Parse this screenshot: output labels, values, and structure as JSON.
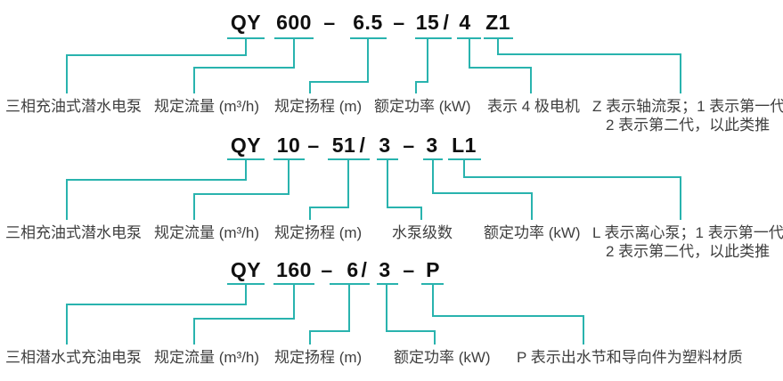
{
  "diagram": {
    "accent_color": "#29b3ae",
    "sections": [
      {
        "model_code": "QY 600 – 6.5 – 15 / 4 Z1",
        "model_tokens": [
          "QY",
          "600",
          "–",
          "6.5",
          "–",
          "15",
          "/",
          "4",
          "Z1"
        ],
        "labels": [
          "三相充油式潜水电泵",
          "规定流量 (m³/h)",
          "规定扬程 (m)",
          "额定功率 (kW)",
          "表示 4 极电机",
          "Z 表示轴流泵；1 表示第一代",
          "2 表示第二代，以此类推"
        ]
      },
      {
        "model_code": "QY 10 – 51/ 3 – 3 L1",
        "model_tokens": [
          "QY",
          "10",
          "–",
          "51",
          "/",
          "3",
          "–",
          "3",
          "L1"
        ],
        "labels": [
          "三相充油式潜水电泵",
          "规定流量 (m³/h)",
          "规定扬程 (m)",
          "水泵级数",
          "额定功率 (kW)",
          "L 表示离心泵；1 表示第一代",
          "2 表示第二代，以此类推"
        ]
      },
      {
        "model_code": "QY 160 – 6/ 3 – P",
        "model_tokens": [
          "QY",
          "160",
          "–",
          "6",
          "/",
          "3",
          "–",
          "P"
        ],
        "labels": [
          "三相潜水式充油电泵",
          "规定流量 (m³/h)",
          "规定扬程 (m)",
          "额定功率 (kW)",
          "P 表示出水节和导向件为塑料材质"
        ]
      }
    ]
  }
}
